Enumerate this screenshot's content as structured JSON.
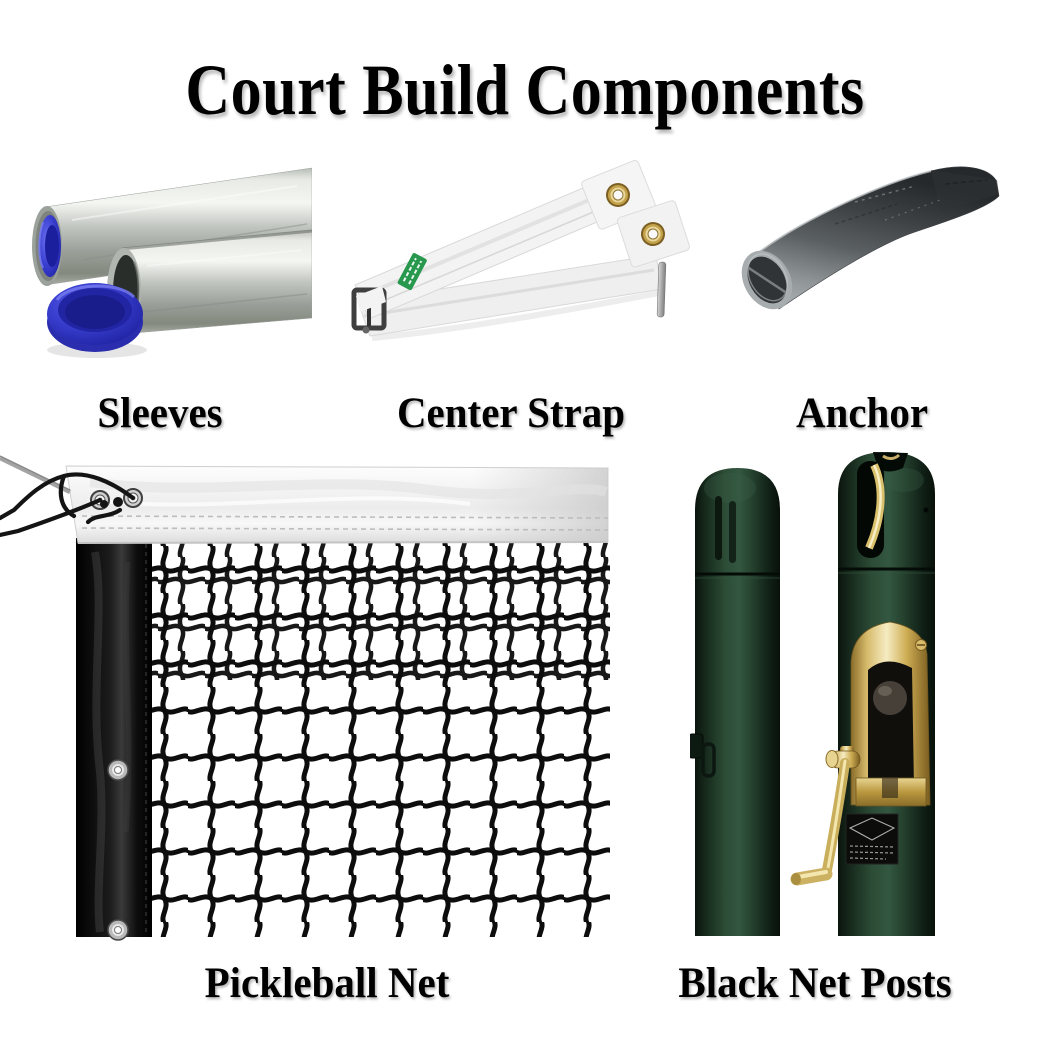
{
  "title": "Court Build Components",
  "products": {
    "sleeves": {
      "label": "Sleeves"
    },
    "center_strap": {
      "label": "Center Strap"
    },
    "anchor": {
      "label": "Anchor"
    },
    "pickleball_net": {
      "label": "Pickleball Net"
    },
    "black_net_posts": {
      "label": "Black Net Posts"
    }
  },
  "colors": {
    "background": "#ffffff",
    "text": "#000000",
    "post-green": "#1d3527",
    "brass": "#c9ae5c",
    "cap-blue": "#2b2fb8",
    "tag-green": "#27984d",
    "metal-silver": "#c3c7c3",
    "gunmetal": "#4c5154",
    "net-black": "#0d0d0d",
    "tape-white": "#f5f5f5"
  }
}
